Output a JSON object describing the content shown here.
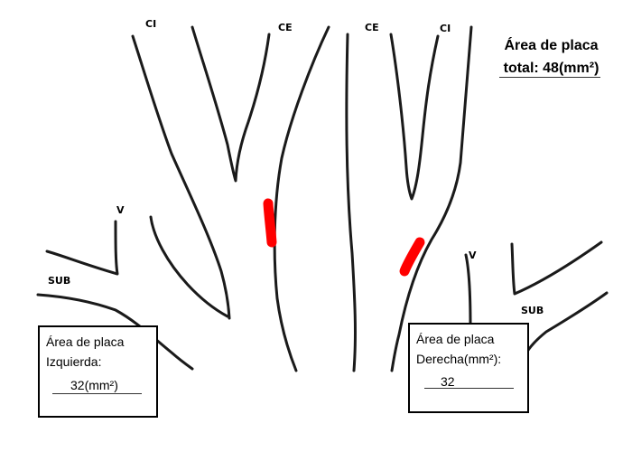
{
  "labels": {
    "ci_left": "CI",
    "ce_left": "CE",
    "ce_right": "CE",
    "ci_right": "CI",
    "v_left": "V",
    "v_right": "V",
    "sub_left": "SUB",
    "sub_right": "SUB"
  },
  "total": {
    "line1": "Área de placa",
    "line2": "total: 48(mm²)"
  },
  "left_box": {
    "line1": "Área de placa",
    "line2": "Izquierda:",
    "value": "32(mm²)"
  },
  "right_box": {
    "line1": "Área de placa",
    "line2": "Derecha(mm²):",
    "value": "32"
  },
  "colors": {
    "vessel": "#1a1a1a",
    "plaque": "#ff0000"
  }
}
